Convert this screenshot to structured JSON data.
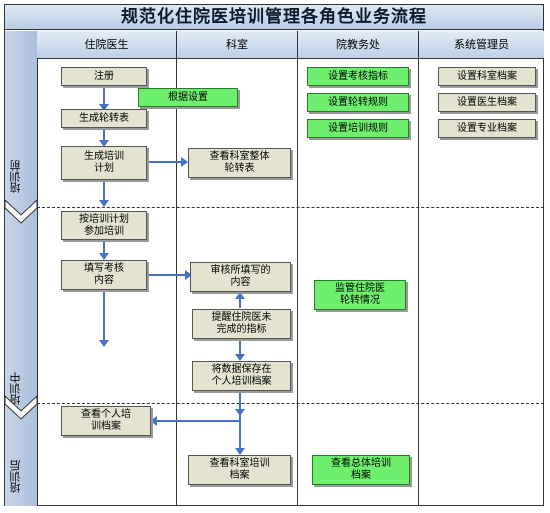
{
  "title": "规范化住院医培训管理各角色业务流程",
  "columns": [
    "住院医生",
    "科室",
    "院教务处",
    "系统管理员"
  ],
  "stages": [
    "培训前",
    "培训中",
    "培训后"
  ],
  "nodes": {
    "register": "注册",
    "by_settings": "根据设置",
    "gen_rotation": "生成轮转表",
    "gen_plan": "生成培训\n计划",
    "view_dept_rotation": "查看科室整体\n轮转表",
    "set_eval": "设置考核指标",
    "set_rotation_rules": "设置轮转规则",
    "set_training_rules": "设置培训规则",
    "set_dept_file": "设置科室档案",
    "set_doctor_file": "设置医生档案",
    "set_major_file": "设置专业档案",
    "join_training": "按培训计划\n参加培训",
    "fill_eval": "填写考核\n内容",
    "review_eval": "审核所填写的\n内容",
    "monitor": "监管住院医\n轮转情况",
    "remind": "提醒住院医未\n完成的指标",
    "save_data": "将数据保存在\n个人培训档案",
    "view_personal_file": "查看个人培\n训档案",
    "view_dept_file": "查看科室培训\n档案",
    "view_total_file": "查看总体培训\n档案"
  }
}
